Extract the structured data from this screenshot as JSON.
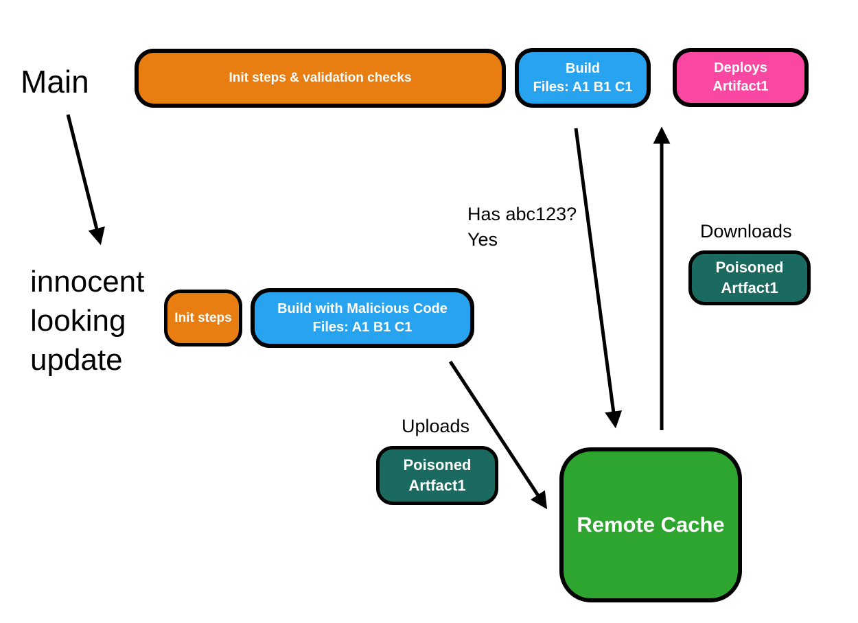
{
  "colors": {
    "orange": "#E87D11",
    "blue": "#27A3F0",
    "pink": "#FA48A2",
    "teal": "#1A6A60",
    "green": "#2EA52F",
    "arrow": "#000000",
    "label_text": "#000000",
    "node_text": "#FFFFFF"
  },
  "labels": {
    "main": "Main",
    "innocent_update": "innocent\nlooking\nupdate",
    "has_hash": "Has abc123?\nYes",
    "downloads": "Downloads",
    "uploads": "Uploads"
  },
  "boxes": {
    "init_validation": {
      "text": "Init steps & validation checks",
      "color": "#E87D11"
    },
    "build": {
      "text": "Build\nFiles: A1 B1 C1",
      "color": "#27A3F0"
    },
    "deploys": {
      "text": "Deploys\nArtifact1",
      "color": "#FA48A2"
    },
    "init_steps": {
      "text": "Init steps",
      "color": "#E87D11"
    },
    "build_malicious": {
      "text": "Build with Malicious Code\nFiles: A1 B1 C1",
      "color": "#27A3F0"
    },
    "poisoned_upload": {
      "text": "Poisoned\nArtfact1",
      "color": "#1A6A60"
    },
    "poisoned_download": {
      "text": "Poisoned\nArtfact1",
      "color": "#1A6A60"
    },
    "remote_cache": {
      "text": "Remote Cache",
      "color": "#2EA52F"
    }
  },
  "arrows": [
    {
      "name": "main-to-innocent-update",
      "from": "Main",
      "to": "innocent looking update"
    },
    {
      "name": "build-to-remote-cache",
      "from": "Build Files: A1 B1 C1",
      "to": "Remote Cache"
    },
    {
      "name": "remote-cache-to-deploys",
      "from": "Remote Cache",
      "to": "Deploys Artifact1"
    },
    {
      "name": "build-malicious-to-remote-cache",
      "from": "Build with Malicious Code",
      "to": "Remote Cache"
    }
  ]
}
